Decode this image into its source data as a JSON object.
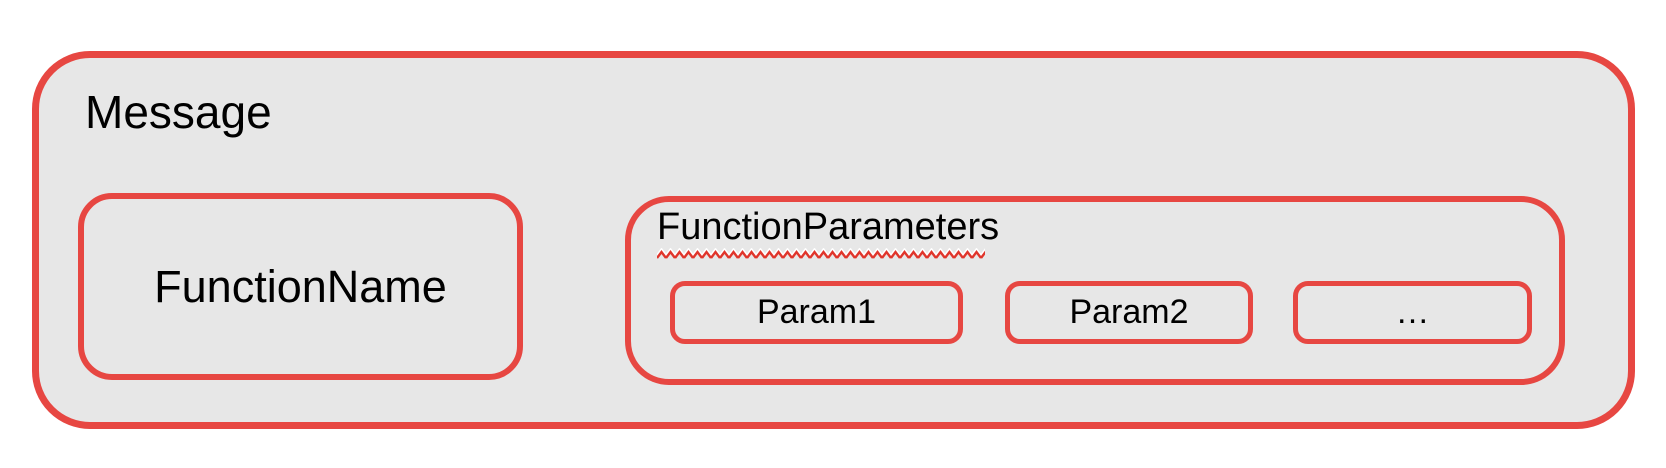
{
  "colors": {
    "canvas": "#ffffff",
    "box_fill": "#e7e7e7",
    "border_red": "#e74742",
    "squiggle_red": "#e0352b",
    "squiggle_highlight": "#ffffff",
    "text": "#000000"
  },
  "diagram": {
    "message": {
      "label": "Message"
    },
    "function_name": {
      "label": "FunctionName"
    },
    "function_parameters": {
      "label": "FunctionParameters",
      "misspelled": true,
      "params": [
        {
          "label": "Param1"
        },
        {
          "label": "Param2"
        },
        {
          "label": "…"
        }
      ]
    }
  }
}
